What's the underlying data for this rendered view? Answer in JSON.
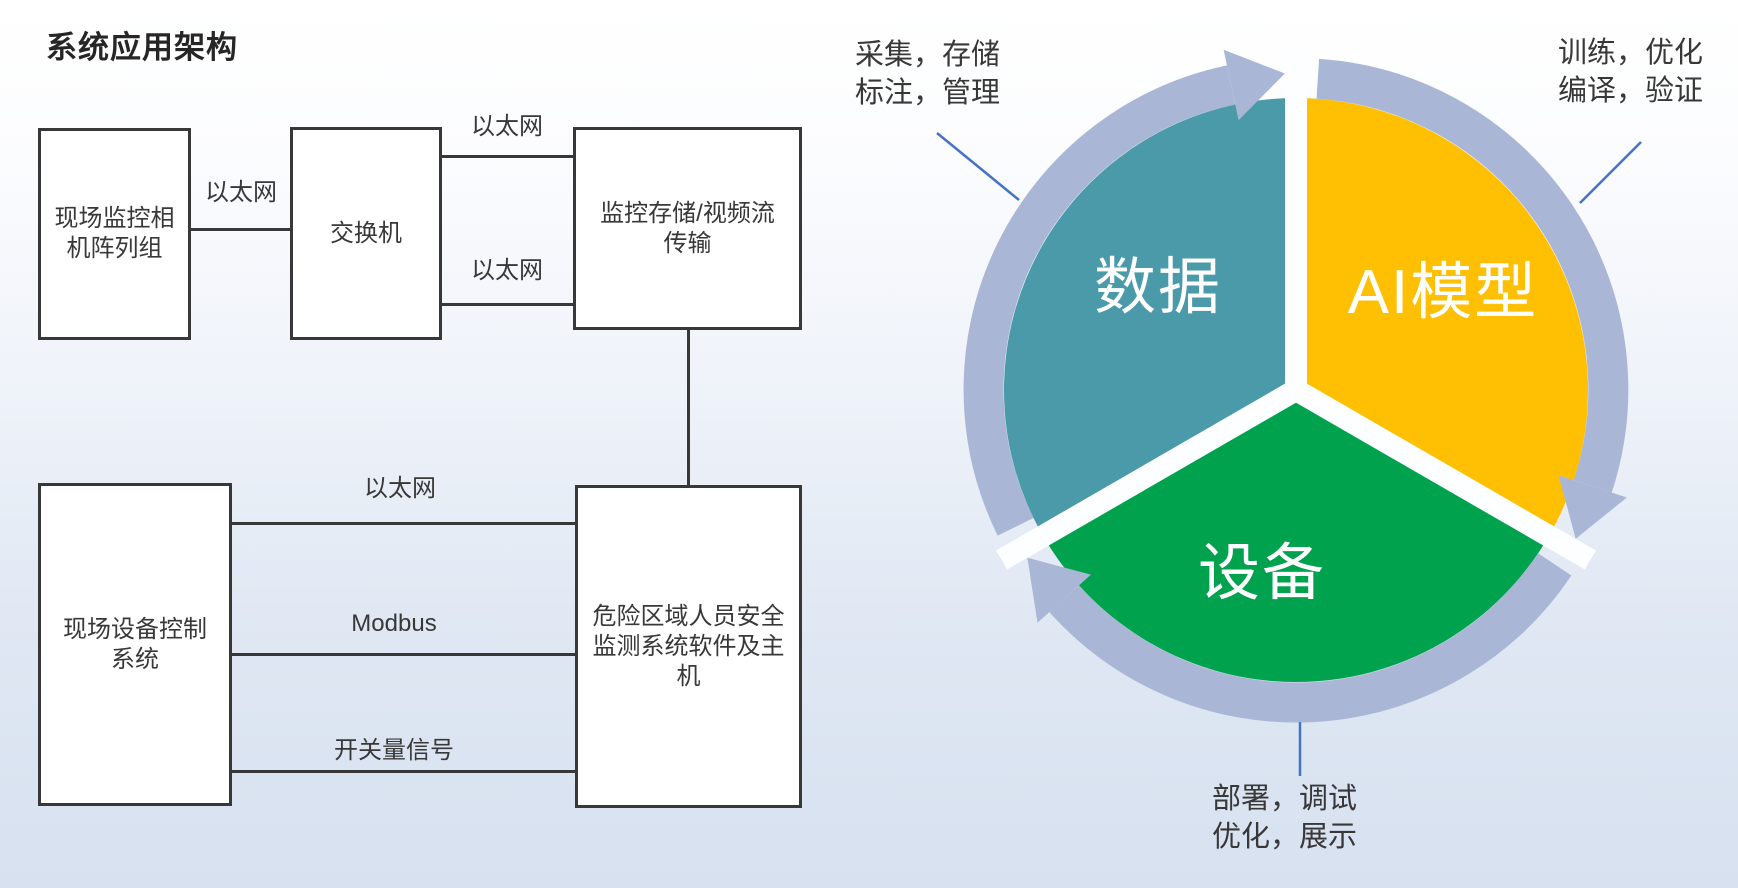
{
  "page": {
    "title": "系统应用架构"
  },
  "flowchart": {
    "boxes": {
      "camera": "现场监控相\n机阵列组",
      "switch": "交换机",
      "storage": "监控存储/视频流\n传输",
      "control": "现场设备控制\n系统",
      "host": "危险区域人员安全\n监测系统软件及主\n机"
    },
    "links": {
      "cam_switch": "以太网",
      "switch_storage_top": "以太网",
      "switch_storage_bottom": "以太网",
      "control_host_ethernet": "以太网",
      "control_host_modbus": "Modbus",
      "control_host_digital": "开关量信号"
    }
  },
  "cycle": {
    "ring_color": "#AAB6D6",
    "gap_color": "#FDFEFF",
    "callout_line_color": "#4472C4",
    "segments": {
      "data": {
        "label": "数据",
        "color": "#4A9AAA",
        "callout_line1": "采集，存储",
        "callout_line2": "标注，管理"
      },
      "model": {
        "label": "AI模型",
        "color": "#FFC003",
        "callout_line1": "训练，优化",
        "callout_line2": "编译，验证"
      },
      "device": {
        "label": "设备",
        "color": "#00A24E",
        "callout_line1": "部署，调试",
        "callout_line2": "优化，展示"
      }
    }
  }
}
